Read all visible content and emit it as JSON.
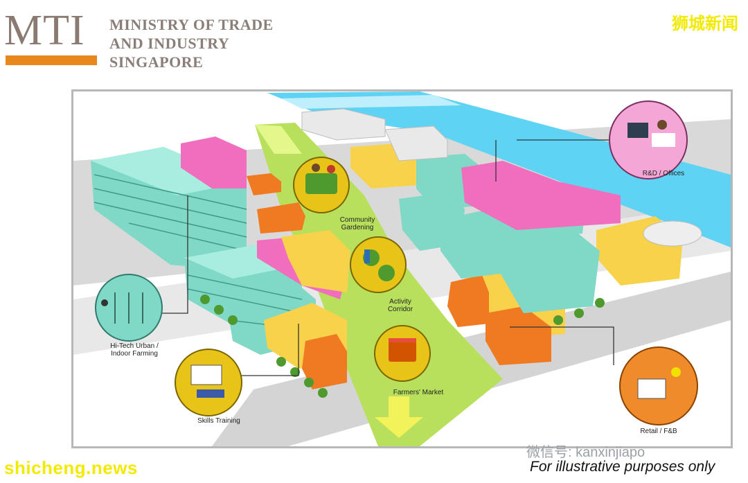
{
  "header": {
    "logo_mark": "MTI",
    "ministry_lines": [
      "MINISTRY OF TRADE",
      "AND INDUSTRY",
      "SINGAPORE"
    ],
    "brand_cn": "狮城新闻"
  },
  "labels": {
    "community": [
      "Community",
      "Gardening"
    ],
    "activity": [
      "Activity",
      "Corridor"
    ],
    "farmers": "Farmers' Market",
    "rnd": "R&D / Offices",
    "hitech": [
      "Hi-Tech Urban /",
      "Indoor Farming"
    ],
    "skills": "Skills Training",
    "retail": "Retail / F&B"
  },
  "footer": {
    "site": "shicheng.news",
    "wechat": "微信号: kanxinjiapo",
    "caption": "For illustrative purposes only"
  },
  "colors": {
    "teal": "#7fd9c6",
    "pink": "#f06ebd",
    "yellow": "#f8d24a",
    "orange": "#ef7a22",
    "green": "#b8e05c",
    "river": "#5fd3f4"
  }
}
